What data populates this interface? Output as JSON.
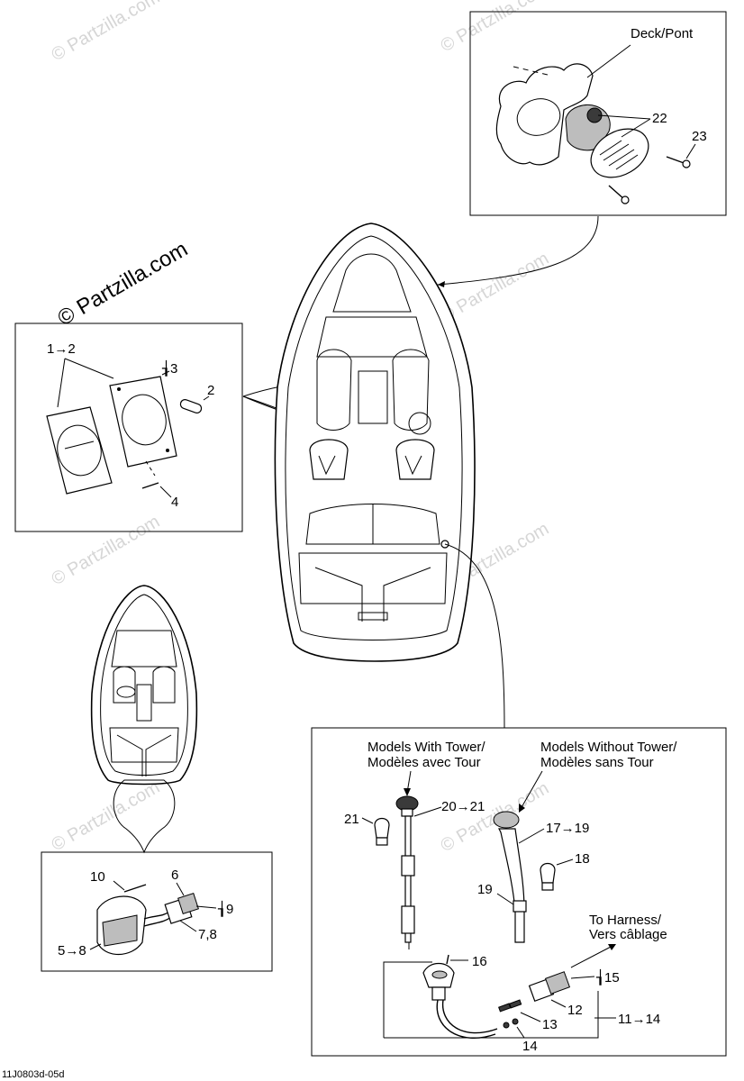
{
  "watermark": {
    "text": "© Partzilla.com",
    "primary": "© Partzilla.com"
  },
  "diagram_code": "11J0803d-05d",
  "boxes": {
    "horn": {
      "deck_label": "Deck/Pont",
      "callouts": [
        "22",
        "23"
      ]
    },
    "light_left": {
      "callouts": [
        "1→2",
        "┧3",
        "2",
        "4"
      ]
    },
    "rear_light": {
      "callouts": [
        "10",
        "6",
        "┧9",
        "7,8",
        "5→8"
      ]
    },
    "nav_light": {
      "with_tower_l1": "Models With Tower/",
      "with_tower_l2": "Modèles avec Tour",
      "without_tower_l1": "Models Without Tower/",
      "without_tower_l2": "Modèles sans Tour",
      "harness_l1": "To Harness/",
      "harness_l2": "Vers câblage",
      "callouts": [
        "21",
        "20→21",
        "17→19",
        "18",
        "19",
        "16",
        "┧15",
        "12",
        "13",
        "11→14",
        "14"
      ]
    }
  },
  "colors": {
    "line": "#000000",
    "watermark": "#d6d6d6",
    "part_fill": "#bdbdbd"
  }
}
